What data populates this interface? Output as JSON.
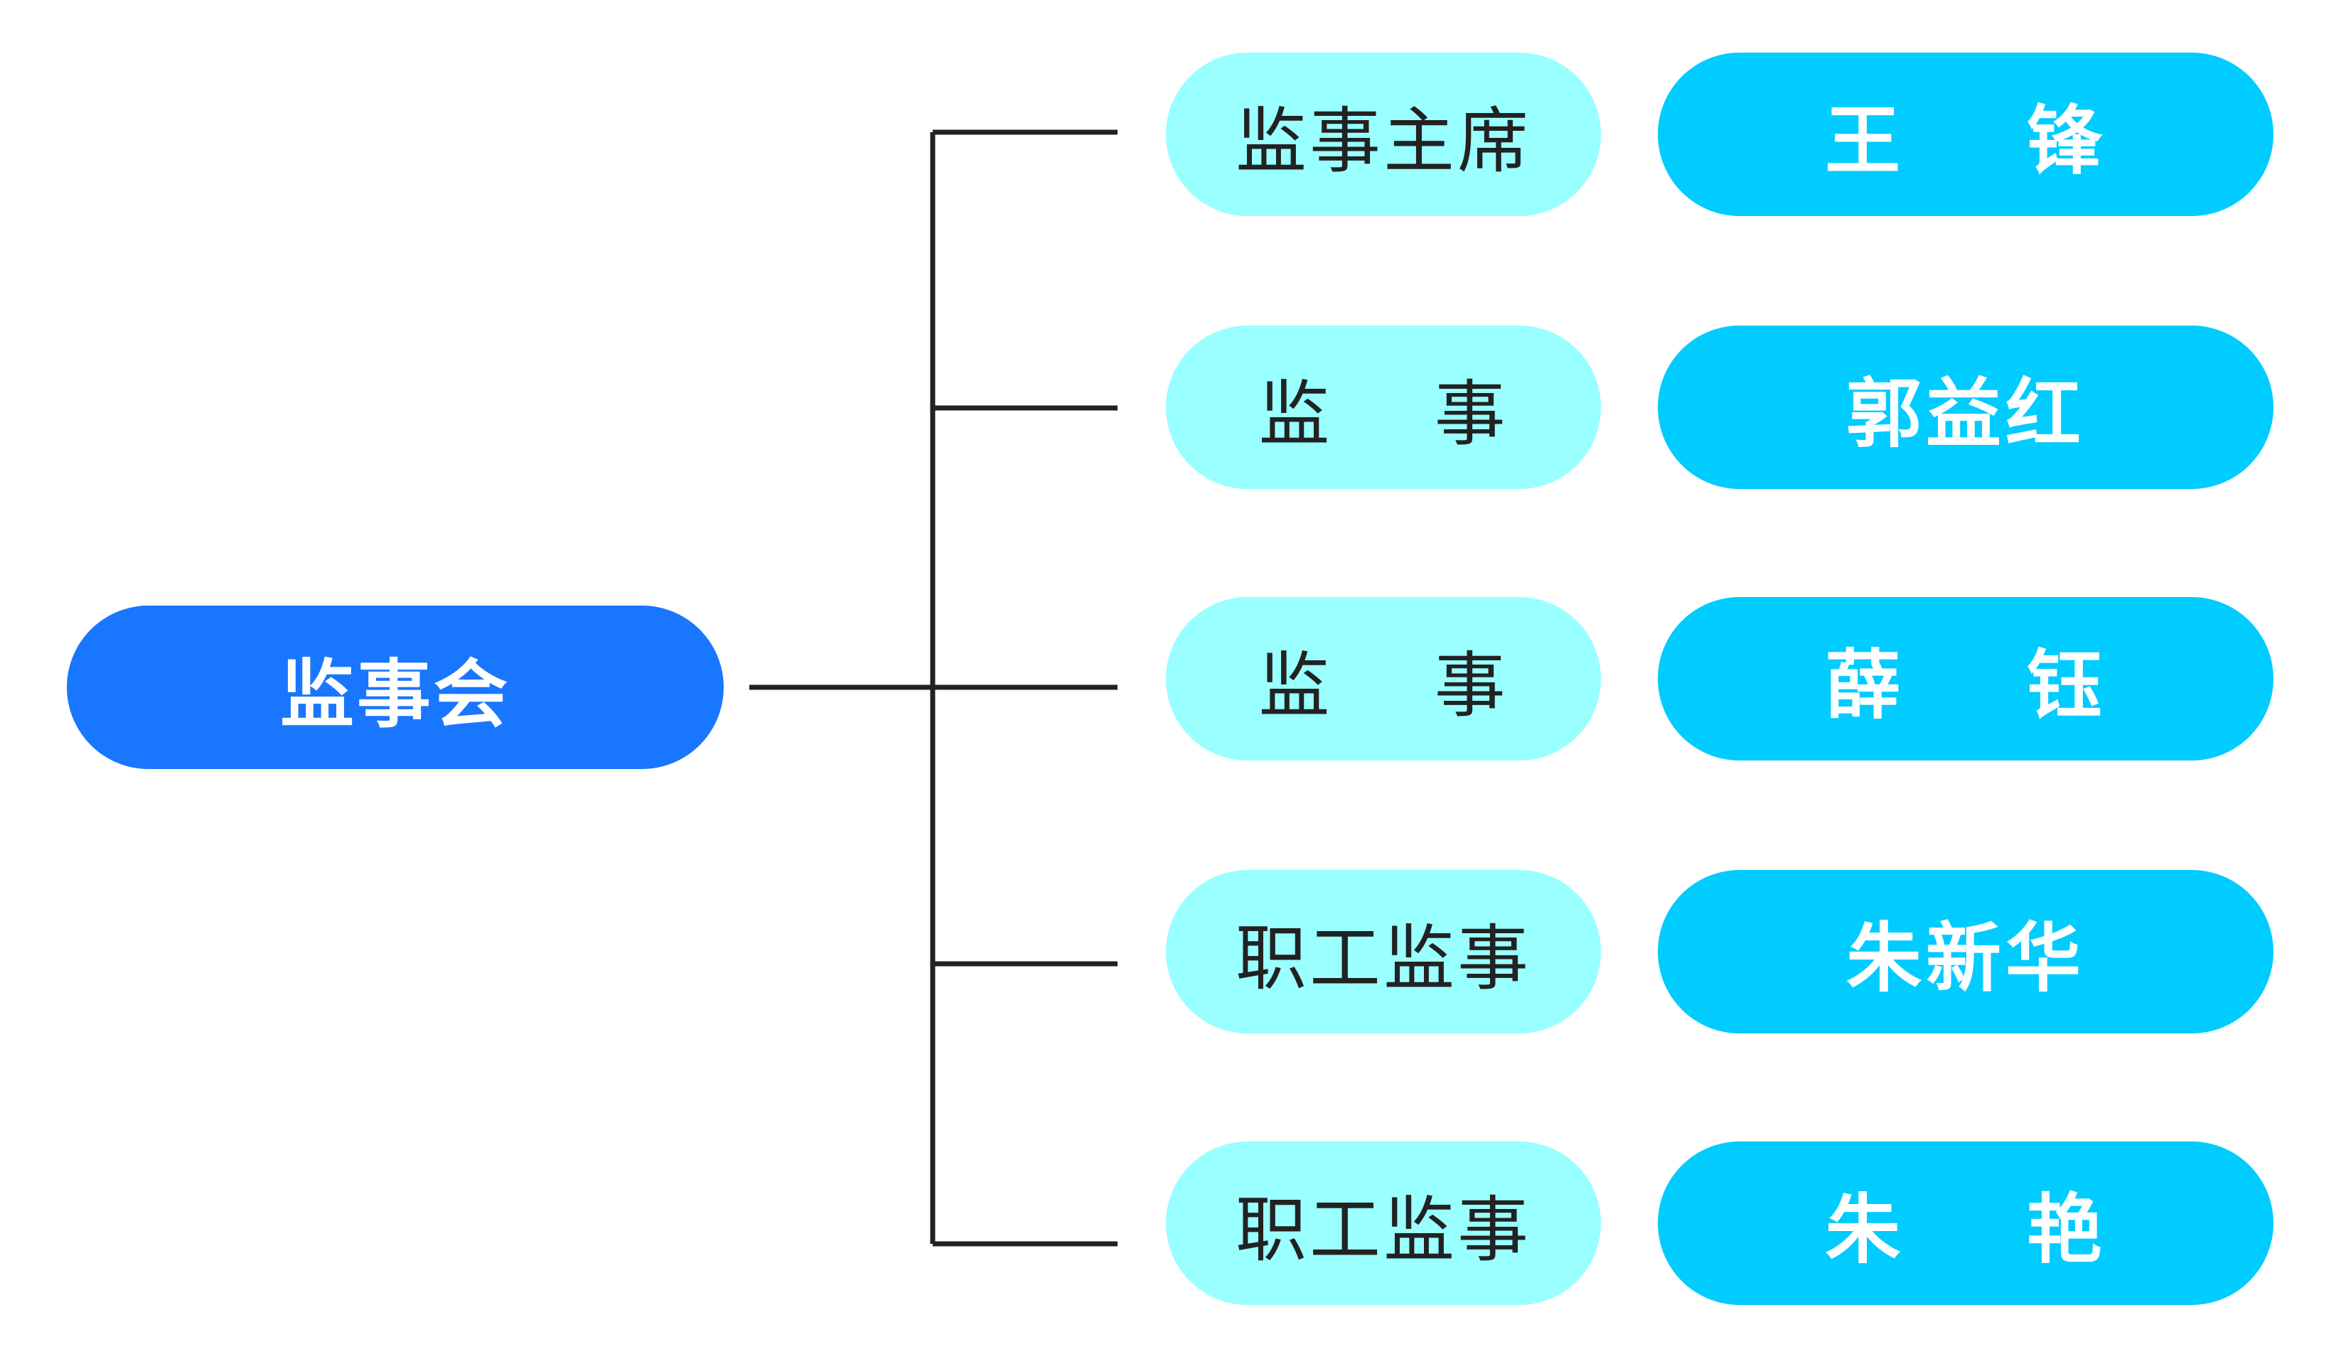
{
  "root": {
    "label": "监事会"
  },
  "members": [
    {
      "role": "监事主席",
      "name": "王    锋"
    },
    {
      "role": "监    事",
      "name": "郭益红"
    },
    {
      "role": "监    事",
      "name": "薛    钰"
    },
    {
      "role": "职工监事",
      "name": "朱新华"
    },
    {
      "role": "职工监事",
      "name": "朱    艳"
    }
  ],
  "colors": {
    "root_fill": "#1976ff",
    "role_fill": "#99ffff",
    "person_fill": "#00ccff",
    "connector": "#222222"
  }
}
